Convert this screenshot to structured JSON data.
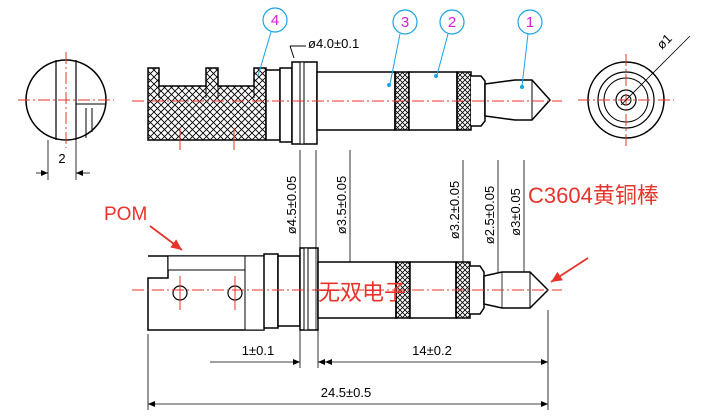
{
  "title": "3.5mm audio jack plug – mechanical drawing",
  "callouts": [
    "4",
    "3",
    "2",
    "1"
  ],
  "dimensions": {
    "top_dia": "ø4.0±0.1",
    "phi1": "ø1",
    "slot_width": "2",
    "d45": "ø4.5±0.05",
    "d35": "ø3.5±0.05",
    "d32": "ø3.2±0.05",
    "d25": "ø2.5±0.05",
    "d3": "ø3±0.05",
    "len_1": "1±0.1",
    "len_14": "14±0.2",
    "len_total": "24.5±0.5"
  },
  "labels": {
    "pom": "POM",
    "material": "C3604黄铜棒",
    "watermark": "无双电子"
  },
  "colors": {
    "centerline": "#e8332a",
    "callout": "#d81bd8",
    "callout_line": "#1aa3e8",
    "outline": "#000000"
  }
}
